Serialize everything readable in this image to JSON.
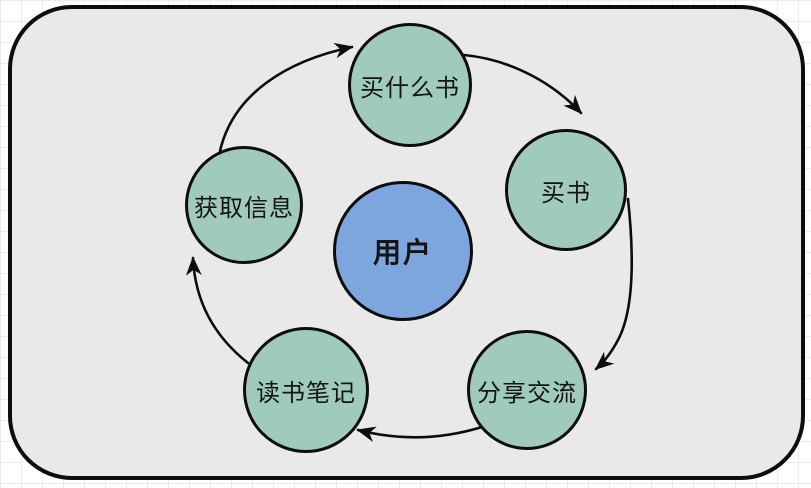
{
  "diagram": {
    "type": "cycle",
    "center_node": {
      "id": "user",
      "label": "用户"
    },
    "cycle_nodes": [
      {
        "id": "what-book-to-buy",
        "label": "买什么书"
      },
      {
        "id": "buy-book",
        "label": "买书"
      },
      {
        "id": "share-and-exchange",
        "label": "分享交流"
      },
      {
        "id": "reading-notes",
        "label": "读书笔记"
      },
      {
        "id": "get-information",
        "label": "获取信息"
      }
    ],
    "edges": [
      {
        "from": "what-book-to-buy",
        "to": "buy-book"
      },
      {
        "from": "buy-book",
        "to": "share-and-exchange"
      },
      {
        "from": "share-and-exchange",
        "to": "reading-notes"
      },
      {
        "from": "reading-notes",
        "to": "get-information"
      },
      {
        "from": "get-information",
        "to": "what-book-to-buy"
      }
    ]
  },
  "theme": {
    "node-green": "#a0cbbc",
    "node-blue": "#7ea6de",
    "frame-bg": "#e9e9e9",
    "stroke": "#0d0d0d",
    "grid-line": "#ececec",
    "canvas-bg": "#ffffff"
  }
}
